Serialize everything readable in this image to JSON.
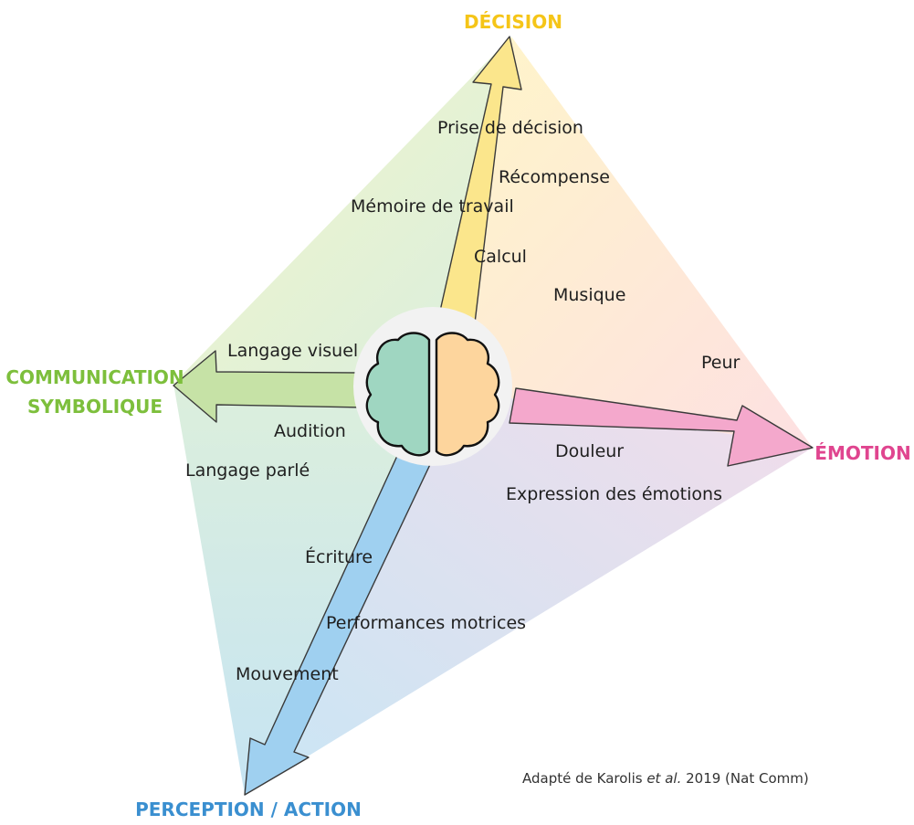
{
  "axes": {
    "decision": {
      "label": "DÉCISION",
      "color": "#f5c518"
    },
    "communication": {
      "label_line1": "COMMUNICATION",
      "label_line2": "SYMBOLIQUE",
      "color": "#7dbf3c"
    },
    "emotion": {
      "label": "ÉMOTION",
      "color": "#e0458f"
    },
    "perception": {
      "label": "PERCEPTION / ACTION",
      "color": "#3a8fd0"
    }
  },
  "terms": {
    "prise_de_decision": "Prise de décision",
    "recompense": "Récompense",
    "memoire_de_travail": "Mémoire de travail",
    "calcul": "Calcul",
    "musique": "Musique",
    "peur": "Peur",
    "langage_visuel": "Langage visuel",
    "audition": "Audition",
    "langage_parle": "Langage parlé",
    "douleur": "Douleur",
    "expression_des_emotions": "Expression des émotions",
    "ecriture": "Écriture",
    "performances_motrices": "Performances motrices",
    "mouvement": "Mouvement"
  },
  "credit": {
    "prefix": "Adapté de Karolis ",
    "emph": "et al.",
    "suffix": " 2019 (Nat Comm)"
  },
  "icons": {
    "center": "brain-icon"
  }
}
